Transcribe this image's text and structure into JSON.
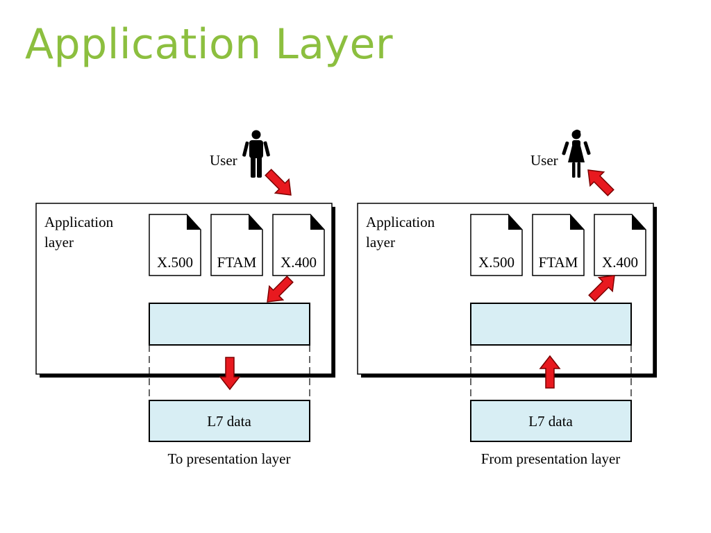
{
  "title": "Application Layer",
  "colors": {
    "title": "#8cbf3f",
    "data_box_fill": "#d8eef4",
    "arrow_fill": "#e8191f"
  },
  "panels": [
    {
      "user_label": "User",
      "user_icon": "male-user-icon",
      "layer_label": [
        "Application",
        "layer"
      ],
      "services": [
        "X.500",
        "FTAM",
        "X.400"
      ],
      "data_label": "L7 data",
      "caption": "To presentation layer",
      "flow": "down"
    },
    {
      "user_label": "User",
      "user_icon": "female-user-icon",
      "layer_label": [
        "Application",
        "layer"
      ],
      "services": [
        "X.500",
        "FTAM",
        "X.400"
      ],
      "data_label": "L7 data",
      "caption": "From presentation layer",
      "flow": "up"
    }
  ]
}
